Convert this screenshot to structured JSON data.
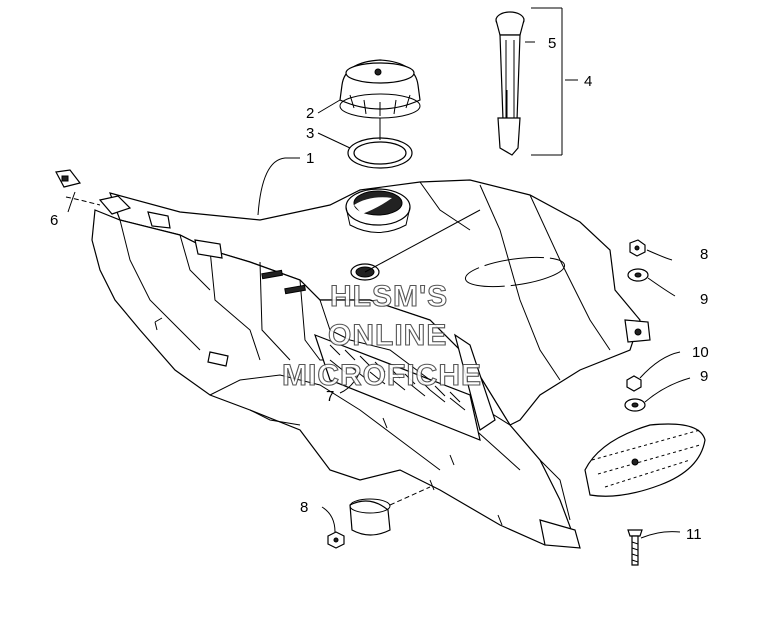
{
  "callouts": {
    "c1": "1",
    "c2": "2",
    "c3": "3",
    "c4": "4",
    "c5": "5",
    "c6": "6",
    "c7": "7",
    "c8a": "8",
    "c8b": "8",
    "c9a": "9",
    "c9b": "9",
    "c10": "10",
    "c11": "11"
  },
  "watermark": {
    "line1": "HLSM'S",
    "line2": "ONLINE",
    "line3": "MICROFICHE"
  },
  "colors": {
    "line": "#000000",
    "background": "#ffffff",
    "watermark_outline": "#444444"
  }
}
